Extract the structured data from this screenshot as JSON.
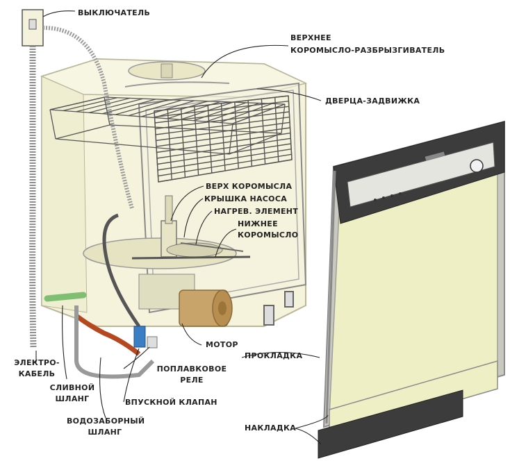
{
  "labels": {
    "switch": "ВЫКЛЮЧАТЕЛЬ",
    "upper_arm_1": "ВЕРХНЕЕ",
    "upper_arm_2": "КОРОМЫСЛО-РАЗБРЫЗГИВАТЕЛЬ",
    "door_latch": "ДВЕРЦА-ЗАДВИЖКА",
    "arm_top": "ВЕРХ КОРОМЫСЛА",
    "pump_cover": "КРЫШКА НАСОСА",
    "heating_element": "НАГРЕВ. ЭЛЕМЕНТ",
    "lower_arm_1": "НИЖНЕЕ",
    "lower_arm_2": "КОРОМЫСЛО",
    "motor": "МОТОР",
    "gasket": "ПРОКЛАДКА",
    "cable_1": "ЭЛЕКТРО-",
    "cable_2": "КАБЕЛЬ",
    "drain_hose_1": "СЛИВНОЙ",
    "drain_hose_2": "ШЛАНГ",
    "float_relay_1": "ПОПЛАВКОВОЕ",
    "float_relay_2": "РЕЛЕ",
    "inlet_valve": "ВПУСКНОЙ КЛАПАН",
    "intake_hose_1": "ВОДОЗАБОРНЫЙ",
    "intake_hose_2": "ШЛАНГ",
    "trim": "НАКЛАДКА"
  },
  "colors": {
    "body_fill": "#f3f1d6",
    "body_stroke": "#b9b69a",
    "rack": "#555555",
    "door_panel": "#efefc6",
    "door_frame": "#c9c9c0",
    "control_strip": "#3c3c3c",
    "motor": "#c9a46a",
    "drain_hose": "#b7471e",
    "valve": "#3a7fc4",
    "inlet_pipe": "#7fbf73",
    "cable": "#8d8d8d"
  }
}
